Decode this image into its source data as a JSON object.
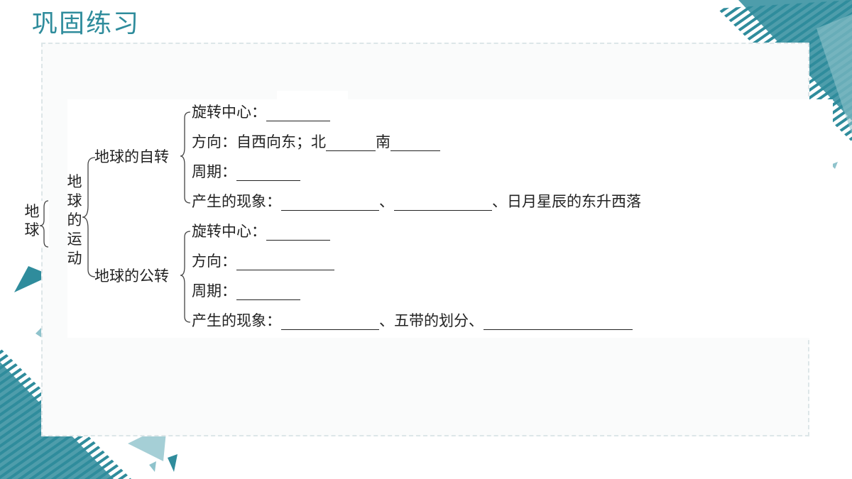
{
  "slide": {
    "title": "巩固练习"
  },
  "diagram": {
    "root": "地球",
    "movement": "地球的运动",
    "rotation": {
      "label": "地球的自转",
      "lines": {
        "center": "旋转中心：",
        "direction_prefix": "方向：自西向东；北",
        "direction_mid": "南",
        "period": "周期：",
        "phenomena_prefix": "产生的现象：",
        "phenomena_sep": "、",
        "phenomena_suffix": "、日月星辰的东升西落"
      }
    },
    "revolution": {
      "label": "地球的公转",
      "lines": {
        "center": "旋转中心：",
        "direction": "方向：",
        "period": "周期：",
        "phenomena_prefix": "产生的现象：",
        "phenomena_mid": "、五带的划分、"
      }
    }
  },
  "colors": {
    "accent": "#2f8c9c",
    "accent_light": "#8fc3cc",
    "text": "#222222"
  }
}
